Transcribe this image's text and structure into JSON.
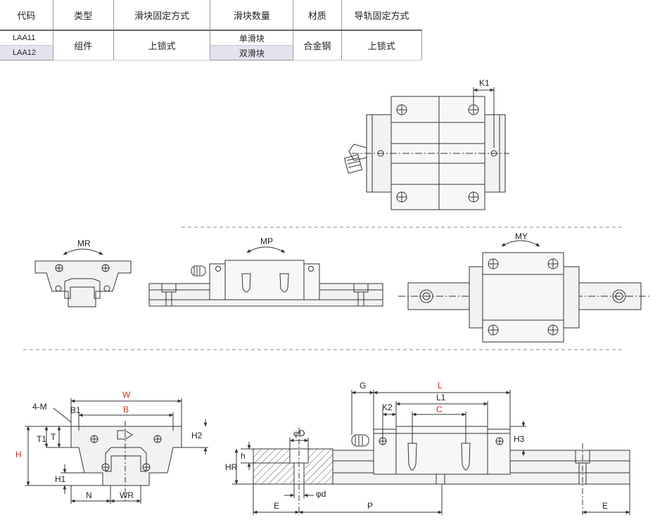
{
  "table": {
    "headers": [
      "代码",
      "类型",
      "滑块固定方式",
      "滑块数量",
      "材质",
      "导轨固定方式"
    ],
    "rows": [
      {
        "code": "LAA11",
        "qty": "单滑块"
      },
      {
        "code": "LAA12",
        "qty": "双滑块"
      }
    ],
    "type": "组件",
    "block_fix": "上锁式",
    "material": "合金钢",
    "rail_fix": "上锁式"
  },
  "labels": {
    "K1": "K1",
    "MR": "MR",
    "MP": "MP",
    "MY": "MY",
    "W": "W",
    "B": "B",
    "B1": "B1",
    "four_M": "4-M",
    "T1": "T1",
    "T": "T",
    "H": "H",
    "H1": "H1",
    "H2": "H2",
    "N": "N",
    "WR": "WR",
    "G": "G",
    "L": "L",
    "L1": "L1",
    "K2": "K2",
    "C": "C",
    "H3": "H3",
    "phiD": "φD",
    "h": "h",
    "HR": "HR",
    "phid": "φd",
    "E_left": "E",
    "P": "P",
    "E_right": "E"
  },
  "colors": {
    "red": "#d03020",
    "line": "#333333",
    "fill": "#eeeeee",
    "shade": "#e3e3ee"
  }
}
